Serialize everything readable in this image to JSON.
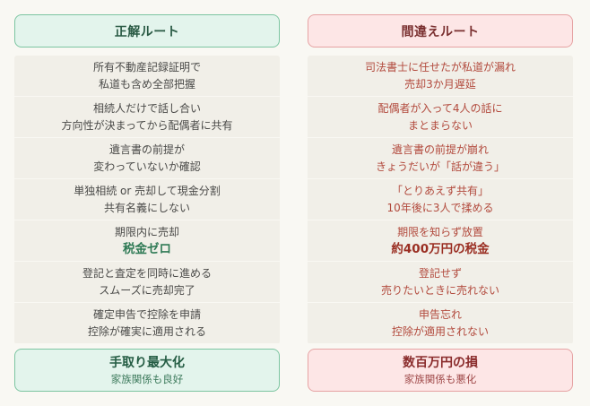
{
  "left": {
    "header": "正解ルート",
    "rows": [
      {
        "line1": "所有不動産記録証明で",
        "line2": "私道も含め全部把握",
        "strong": ""
      },
      {
        "line1": "相続人だけで話し合い",
        "line2": "方向性が決まってから配偶者に共有",
        "strong": ""
      },
      {
        "line1": "遺言書の前提が",
        "line2": "変わっていないか確認",
        "strong": ""
      },
      {
        "line1": "単独相続 or 売却して現金分割",
        "line2": "共有名義にしない",
        "strong": ""
      },
      {
        "line1": "期限内に売却",
        "line2": "",
        "strong": "税金ゼロ"
      },
      {
        "line1": "登記と査定を同時に進める",
        "line2": "スムーズに売却完了",
        "strong": ""
      },
      {
        "line1": "確定申告で控除を申請",
        "line2": "控除が確実に適用される",
        "strong": ""
      }
    ],
    "footer": {
      "title": "手取り最大化",
      "sub": "家族関係も良好"
    }
  },
  "right": {
    "header": "間違えルート",
    "rows": [
      {
        "line1": "司法書士に任せたが私道が漏れ",
        "line2": "売却3か月遅延",
        "strong": ""
      },
      {
        "line1": "配偶者が入って4人の話に",
        "line2": "まとまらない",
        "strong": ""
      },
      {
        "line1": "遺言書の前提が崩れ",
        "line2": "きょうだいが「話が違う」",
        "strong": ""
      },
      {
        "line1": "「とりあえず共有」",
        "line2": "10年後に3人で揉める",
        "strong": ""
      },
      {
        "line1": "期限を知らず放置",
        "line2": "",
        "strong": "約400万円の税金"
      },
      {
        "line1": "登記せず",
        "line2": "売りたいときに売れない",
        "strong": ""
      },
      {
        "line1": "申告忘れ",
        "line2": "控除が適用されない",
        "strong": ""
      }
    ],
    "footer": {
      "title": "数百万円の損",
      "sub": "家族関係も悪化"
    }
  }
}
